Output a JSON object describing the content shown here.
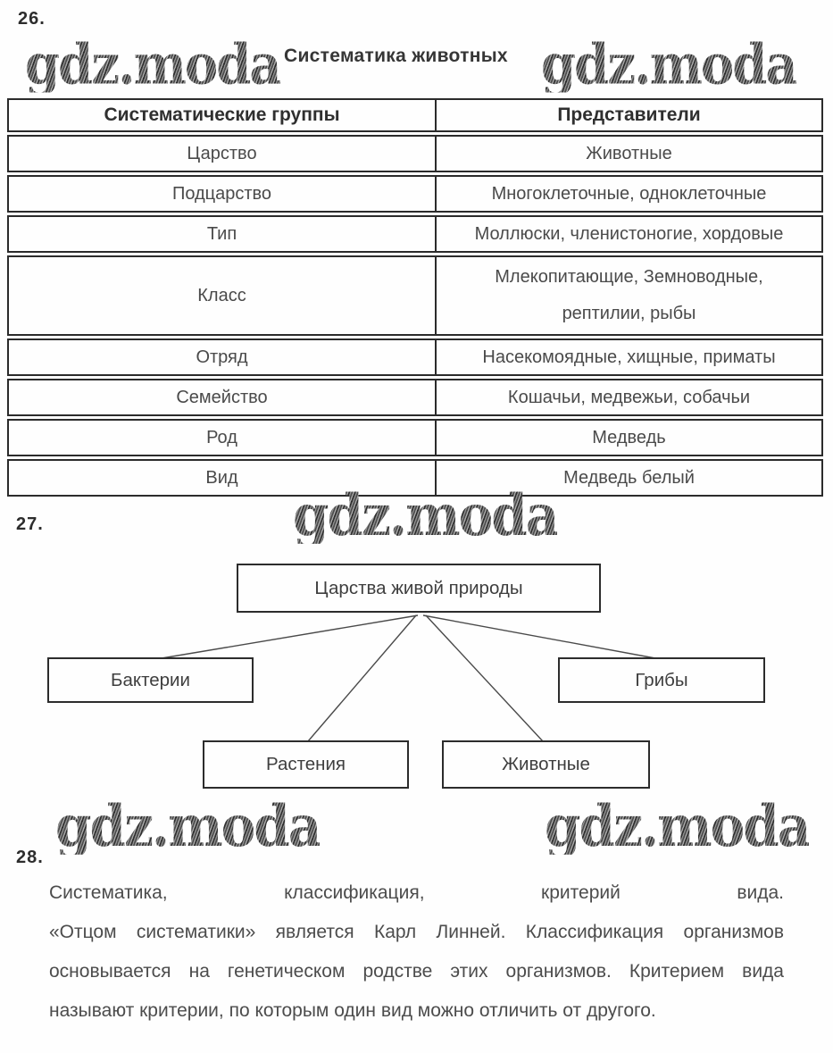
{
  "page": {
    "watermark_text": "gdz.moda",
    "section26_label": "26.",
    "section27_label": "27.",
    "section28_label": "28."
  },
  "section26": {
    "title": "Систематика животных",
    "table": {
      "headers": [
        "Систематические группы",
        "Представители"
      ],
      "rows": [
        {
          "group": "Царство",
          "value": "Животные"
        },
        {
          "group": "Подцарство",
          "value": "Многоклеточные, одноклеточные"
        },
        {
          "group": "Тип",
          "value": "Моллюски, членистоногие, хордовые"
        },
        {
          "group": "Класс",
          "value": "Млекопитающие, Земноводные,\nрептилии, рыбы"
        },
        {
          "group": "Отряд",
          "value": "Насекомоядные, хищные, приматы"
        },
        {
          "group": "Семейство",
          "value": "Кошачьи, медвежьи, собачьи"
        },
        {
          "group": "Род",
          "value": "Медведь"
        },
        {
          "group": "Вид",
          "value": "Медведь белый"
        }
      ]
    }
  },
  "section27": {
    "diagram": {
      "root": "Царства живой природы",
      "children": [
        "Бактерии",
        "Растения",
        "Животные",
        "Грибы"
      ]
    }
  },
  "section28": {
    "answer_lines": [
      "Систематика, классификация, критерий вида.",
      "«Отцом систематики» является Карл Линней. Классификация организмов",
      "основывается на генетическом родстве этих организмов. Критерием вида",
      "называют критерии, по которым один вид можно отличить от другого."
    ]
  },
  "colors": {
    "border": "#2b2b2b",
    "text": "#4a4a4a",
    "watermark": "#5e5e5e",
    "background": "#fefefe"
  }
}
